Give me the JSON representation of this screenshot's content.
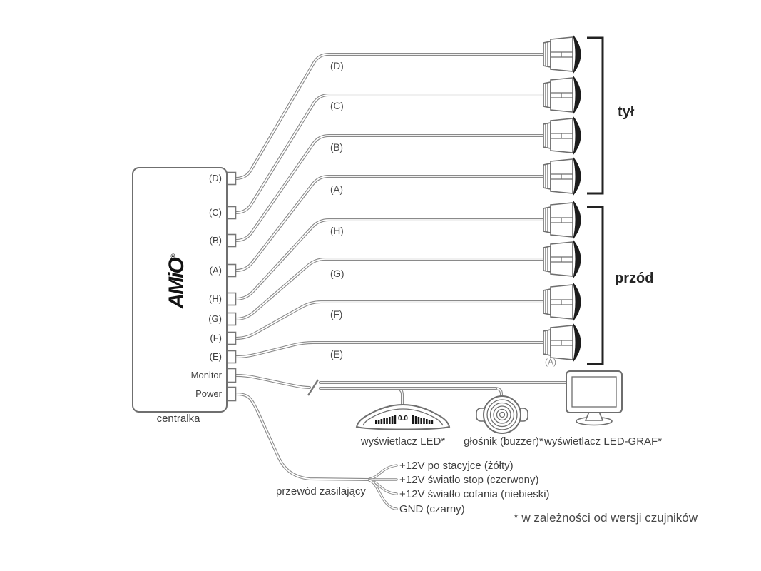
{
  "unit": {
    "brand": "AMiO",
    "reg": "®",
    "label": "centralka"
  },
  "ports": [
    {
      "label": "(D)"
    },
    {
      "label": "(C)"
    },
    {
      "label": "(B)"
    },
    {
      "label": "(A)"
    },
    {
      "label": "(H)"
    },
    {
      "label": "(G)"
    },
    {
      "label": "(F)"
    },
    {
      "label": "(E)"
    },
    {
      "label": "Monitor"
    },
    {
      "label": "Power"
    }
  ],
  "wires": [
    {
      "label": "(D)"
    },
    {
      "label": "(C)"
    },
    {
      "label": "(B)"
    },
    {
      "label": "(A)"
    },
    {
      "label": "(H)"
    },
    {
      "label": "(G)"
    },
    {
      "label": "(F)"
    },
    {
      "label": "(E)"
    }
  ],
  "groups": {
    "rear": "tył",
    "front": "przód"
  },
  "sensors": {
    "count": 8,
    "front_bottom_sublabel": "(A)"
  },
  "display_led": {
    "label": "wyświetlacz LED*",
    "readout": "0.0"
  },
  "buzzer": {
    "label": "głośnik (buzzer)*"
  },
  "display_graf": {
    "label": "wyświetlacz LED-GRAF*"
  },
  "power": {
    "cable_label": "przewód zasilający",
    "lines": [
      {
        "label": "+12V po stacyjce (żółty)"
      },
      {
        "label": "+12V światło stop (czerwony)"
      },
      {
        "label": "+12V światło cofania (niebieski)"
      },
      {
        "label": "GND (czarny)"
      }
    ]
  },
  "footnote": "* w zależności od wersji czujników",
  "colors": {
    "wire": "#8a8a8a",
    "outline": "#6e6e6e",
    "text": "#3f3f3f",
    "sensor_face": "#1c1c1c"
  }
}
